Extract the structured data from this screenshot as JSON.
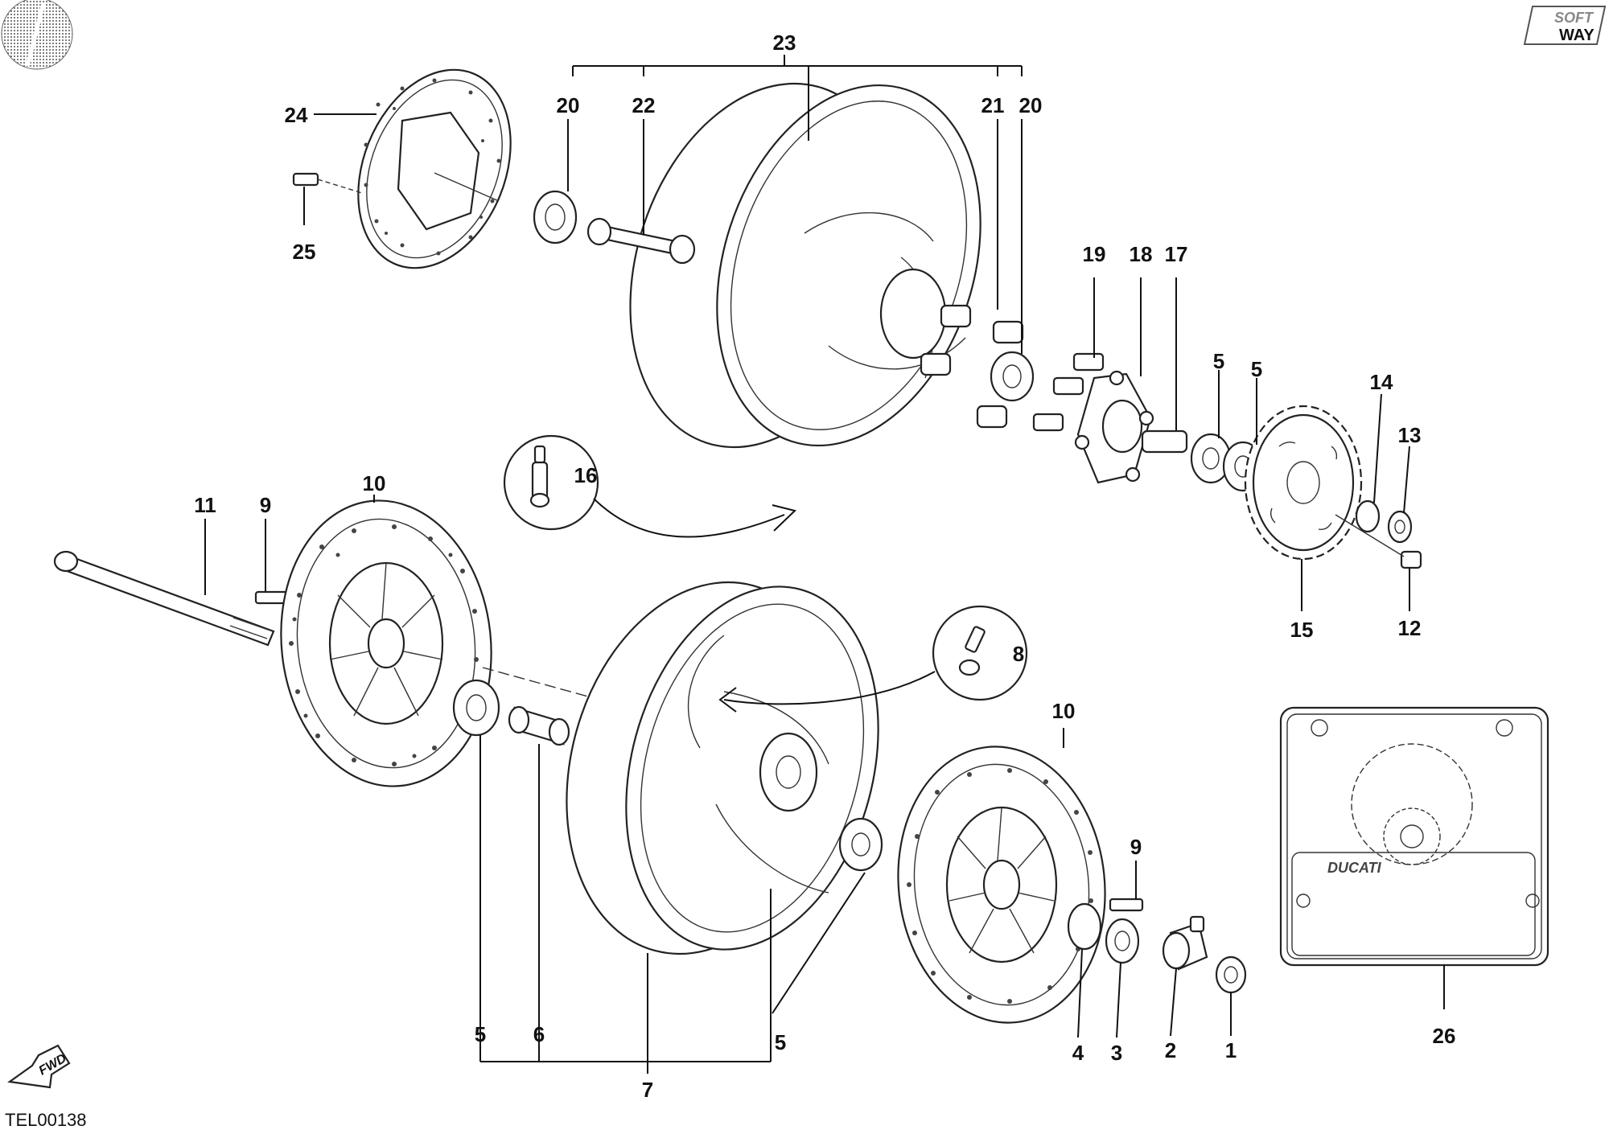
{
  "drawing": {
    "code": "TEL00138",
    "brand_badge": {
      "line1": "SOFT",
      "line2": "WAY"
    },
    "fwd_arrow": "FWD",
    "plate_text": "DUCATI"
  },
  "callouts": {
    "c1": "1",
    "c2": "2",
    "c3": "3",
    "c4": "4",
    "c5a": "5",
    "c5b": "5",
    "c5c": "5",
    "c5d": "5",
    "c6": "6",
    "c7": "7",
    "c8": "8",
    "c9a": "9",
    "c9b": "9",
    "c10a": "10",
    "c10b": "10",
    "c11": "11",
    "c12": "12",
    "c13": "13",
    "c14": "14",
    "c15": "15",
    "c16": "16",
    "c17": "17",
    "c18": "18",
    "c19": "19",
    "c20a": "20",
    "c20b": "20",
    "c21": "21",
    "c22": "22",
    "c23": "23",
    "c24": "24",
    "c25": "25",
    "c26": "26"
  }
}
